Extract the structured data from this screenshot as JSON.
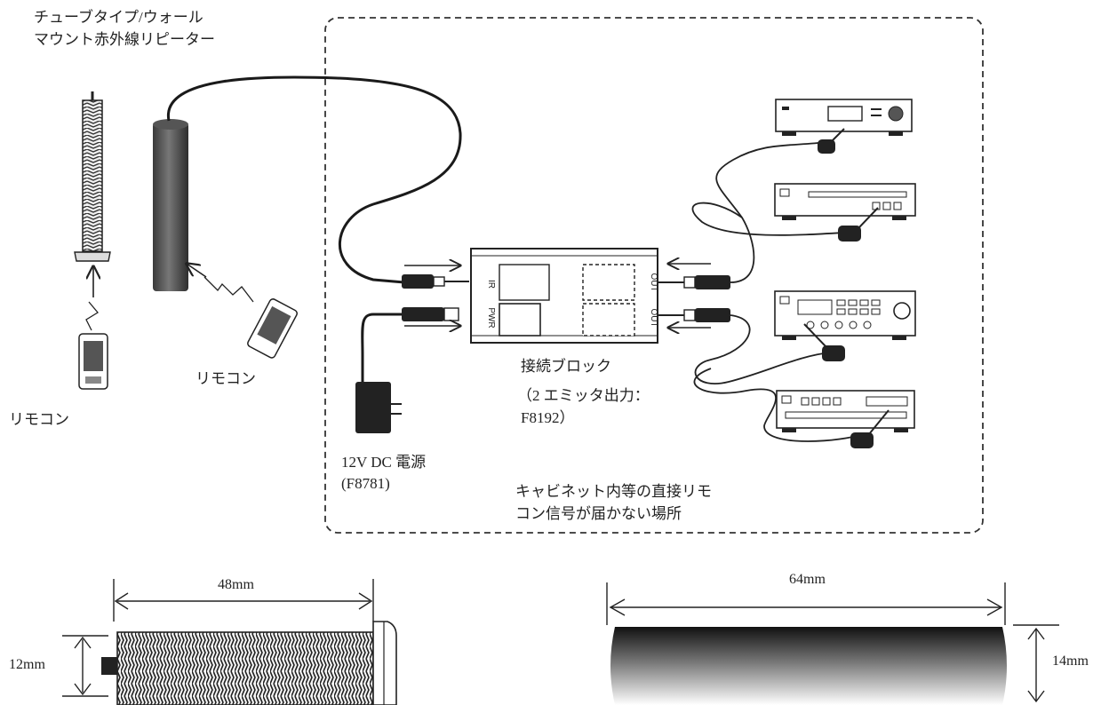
{
  "labels": {
    "repeater_title_1": "チューブタイプ/ウォール",
    "repeater_title_2": "マウント赤外線リピーター",
    "remote_left": "リモコン",
    "remote_center": "リモコン",
    "block_1": "接続ブロック",
    "block_2": "（2 エミッタ出力：",
    "block_3": "F8192）",
    "psu_1": "12V DC 電源",
    "psu_2": "(F8781)",
    "cabinet_1": "キャビネット内等の直接リモ",
    "cabinet_2": "コン信号が届かない場所"
  },
  "block_ports": {
    "ir": "IR",
    "pwr": "PWR",
    "out1": "OUT",
    "out2": "OUT"
  },
  "dimensions": {
    "tube_length": "48mm",
    "tube_diameter": "12mm",
    "wall_length": "64mm",
    "wall_height": "14mm"
  }
}
